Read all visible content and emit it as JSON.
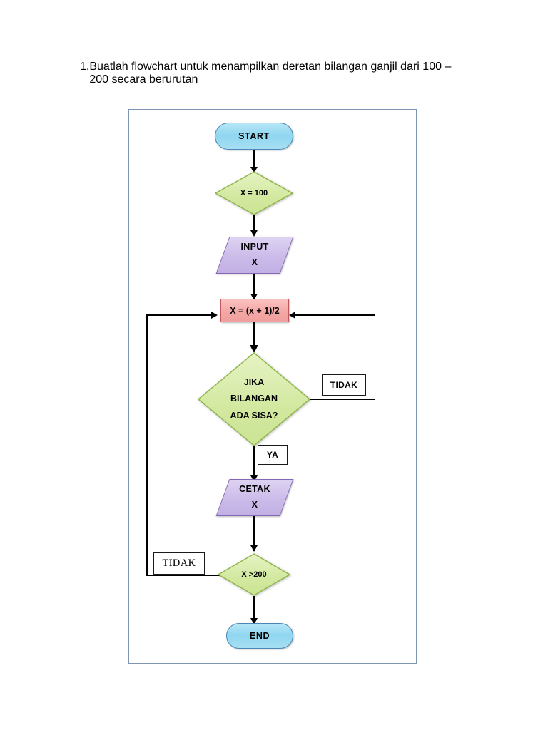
{
  "question": {
    "number": "1.",
    "text": "Buatlah flowchart untuk menampilkan deretan bilangan ganjil dari 100 – 200 secara berurutan"
  },
  "flowchart": {
    "nodes": {
      "start": {
        "label": "START",
        "shape": "terminator",
        "fill": "#8fd6f0",
        "border": "#4a87b8"
      },
      "init": {
        "label": "X = 100",
        "shape": "diamond",
        "fill": "#d6eaa8",
        "border": "#94b94a"
      },
      "input": {
        "line1": "INPUT",
        "line2": "X",
        "shape": "parallelogram",
        "fill": "#cbbbe9",
        "border": "#8268b5"
      },
      "process": {
        "label": "X = (x + 1)/2",
        "shape": "rectangle",
        "fill": "#f4a7a6",
        "border": "#c0585f"
      },
      "decision": {
        "line1": "JIKA",
        "line2": "BILANGAN",
        "line3": "ADA SISA?",
        "shape": "diamond",
        "fill": "#d6eaa8",
        "border": "#94b94a"
      },
      "print": {
        "line1": "CETAK",
        "line2": "X",
        "shape": "parallelogram",
        "fill": "#cbbbe9",
        "border": "#8268b5"
      },
      "check": {
        "label": "X >200",
        "shape": "diamond",
        "fill": "#d6eaa8",
        "border": "#94b94a"
      },
      "end": {
        "label": "END",
        "shape": "terminator",
        "fill": "#8fd6f0",
        "border": "#4a87b8"
      }
    },
    "edge_labels": {
      "decision_no": "TIDAK",
      "decision_yes": "YA",
      "check_no": "TIDAK"
    }
  }
}
